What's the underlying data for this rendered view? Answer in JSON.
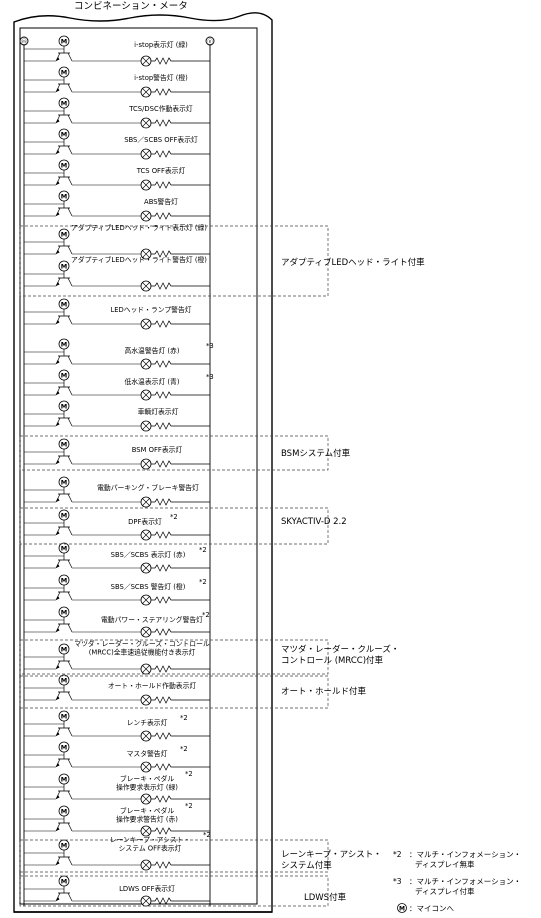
{
  "title": "コンビネーション・メータ",
  "terminals": {
    "left": "ⓜ",
    "right": "ⓔ"
  },
  "rows": [
    {
      "label": "i-stop表示灯 (緑)",
      "note": ""
    },
    {
      "label": "i-stop警告灯 (橙)",
      "note": ""
    },
    {
      "label": "TCS/DSC作動表示灯",
      "note": ""
    },
    {
      "label": "SBS／SCBS OFF表示灯",
      "note": ""
    },
    {
      "label": "TCS OFF表示灯",
      "note": ""
    },
    {
      "label": "ABS警告灯",
      "note": ""
    },
    {
      "label": "アダプティブLEDヘッド・ライト表示灯 (緑)",
      "note": ""
    },
    {
      "label": "アダプティブLEDヘッド・ライト警告灯 (橙)",
      "note": ""
    },
    {
      "label": "LEDヘッド・ランプ警告灯",
      "note": ""
    },
    {
      "label": "高水温警告灯 (赤)",
      "note": "*3"
    },
    {
      "label": "低水温表示灯 (青)",
      "note": "*3"
    },
    {
      "label": "車輌灯表示灯",
      "note": ""
    },
    {
      "label": "BSM OFF表示灯",
      "note": ""
    },
    {
      "label": "電動パーキング・ブレーキ警告灯",
      "note": ""
    },
    {
      "label": "DPF表示灯",
      "note": "*2"
    },
    {
      "label": "SBS／SCBS 表示灯 (赤)",
      "note": "*2"
    },
    {
      "label": "SBS／SCBS 警告灯 (橙)",
      "note": "*2"
    },
    {
      "label": "電動パワー・ステアリング警告灯",
      "note": "*2"
    },
    {
      "label": "マツダ・レーダー・クルーズ・コントロール\n(MRCC)全車速追従機能付き表示灯",
      "note": ""
    },
    {
      "label": "オート・ホールド作動表示灯",
      "note": ""
    },
    {
      "label": "レンチ表示灯",
      "note": "*2"
    },
    {
      "label": "マスタ警告灯",
      "note": "*2"
    },
    {
      "label": "ブレーキ・ペダル\n操作要求表示灯 (緑)",
      "note": "*2"
    },
    {
      "label": "ブレーキ・ペダル\n操作要求警告灯 (赤)",
      "note": "*2"
    },
    {
      "label": "レーンキープ・アシスト・\nシステム OFF表示灯",
      "note": "*2"
    },
    {
      "label": "LDWS OFF表示灯",
      "note": ""
    }
  ],
  "groups": [
    {
      "label": "アダプティブLEDヘッド・ライト付車"
    },
    {
      "label": "BSMシステム付車"
    },
    {
      "label": "SKYACTIV-D 2.2"
    },
    {
      "label": "マツダ・レーダー・クルーズ・\nコントロール (MRCC)付車"
    },
    {
      "label": "オート・ホールド付車"
    },
    {
      "label": "レーンキープ・アシスト・\nシステム付車"
    },
    {
      "label": "LDWS付車"
    }
  ],
  "legend": [
    {
      "mark": "*2",
      "text": "：マルチ・インフォメーション・\nディスプレイ無車"
    },
    {
      "mark": "*3",
      "text": "：マルチ・インフォメーション・\nディスプレイ付車"
    },
    {
      "mark": "Ⓜ",
      "text": "：マイコンへ"
    }
  ],
  "microcomputer_symbol": "M"
}
